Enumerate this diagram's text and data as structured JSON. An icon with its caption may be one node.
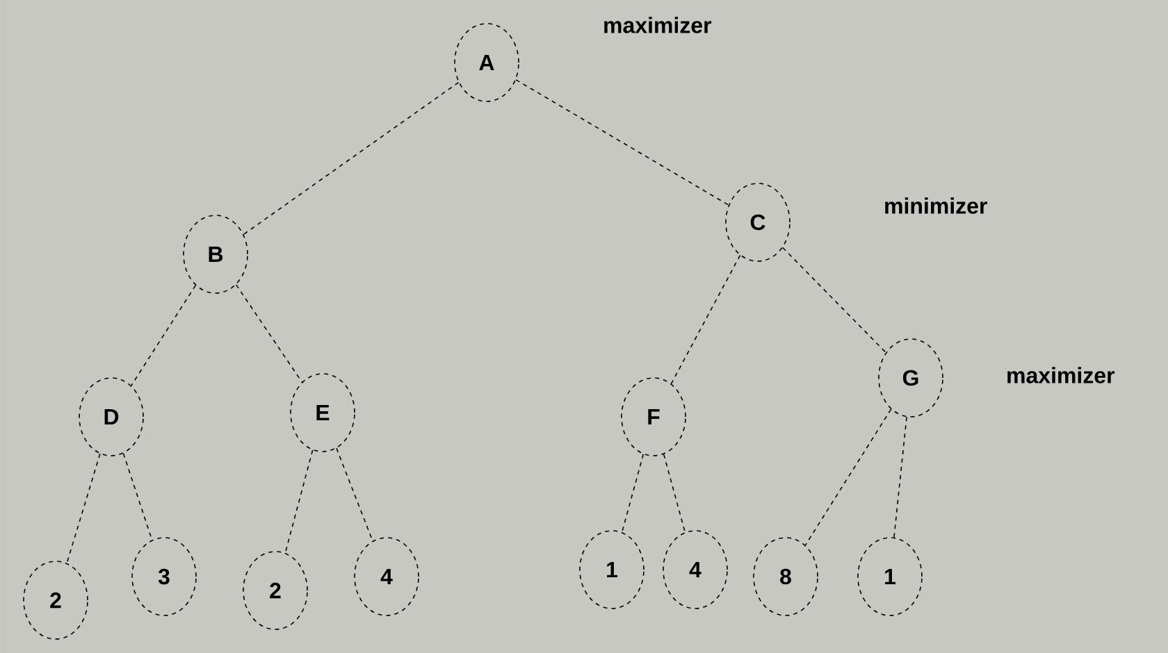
{
  "diagram": {
    "nodes": [
      {
        "text": [
          "A"
        ]
      },
      {
        "text": [
          "B"
        ]
      },
      {
        "text": [
          "C"
        ]
      },
      {
        "text": [
          "D"
        ]
      },
      {
        "text": [
          "E"
        ]
      },
      {
        "text": [
          "F"
        ]
      },
      {
        "text": [
          "G"
        ]
      },
      {
        "text": [
          "2"
        ]
      },
      {
        "text": [
          "3"
        ]
      },
      {
        "text": [
          "2"
        ]
      },
      {
        "text": [
          "4"
        ]
      },
      {
        "text": [
          "1"
        ]
      },
      {
        "text": [
          "4"
        ]
      },
      {
        "text": [
          "8"
        ]
      },
      {
        "text": [
          "1"
        ]
      }
    ],
    "edges": [
      {
        "from": 0,
        "to": 1,
        "arrow": "none",
        "style": "dashed"
      },
      {
        "from": 0,
        "to": 2,
        "arrow": "none",
        "style": "dashed"
      },
      {
        "from": 1,
        "to": 3,
        "arrow": "none",
        "style": "dashed"
      },
      {
        "from": 1,
        "to": 4,
        "arrow": "none",
        "style": "dashed"
      },
      {
        "from": 2,
        "to": 5,
        "arrow": "none",
        "style": "dashed"
      },
      {
        "from": 2,
        "to": 6,
        "arrow": "none",
        "style": "dashed"
      },
      {
        "from": 3,
        "to": 7,
        "arrow": "none",
        "style": "dashed"
      },
      {
        "from": 3,
        "to": 8,
        "arrow": "none",
        "style": "dashed"
      },
      {
        "from": 4,
        "to": 9,
        "arrow": "none",
        "style": "dashed"
      },
      {
        "from": 4,
        "to": 10,
        "arrow": "none",
        "style": "dashed"
      },
      {
        "from": 5,
        "to": 11,
        "arrow": "none",
        "style": "dashed"
      },
      {
        "from": 5,
        "to": 12,
        "arrow": "none",
        "style": "dashed"
      },
      {
        "from": 6,
        "to": 13,
        "arrow": "none",
        "style": "dashed"
      },
      {
        "from": 6,
        "to": 14,
        "arrow": "none",
        "style": "dashed"
      }
    ],
    "labels": [
      "maximizer",
      "minimizer",
      "maximizer"
    ]
  }
}
